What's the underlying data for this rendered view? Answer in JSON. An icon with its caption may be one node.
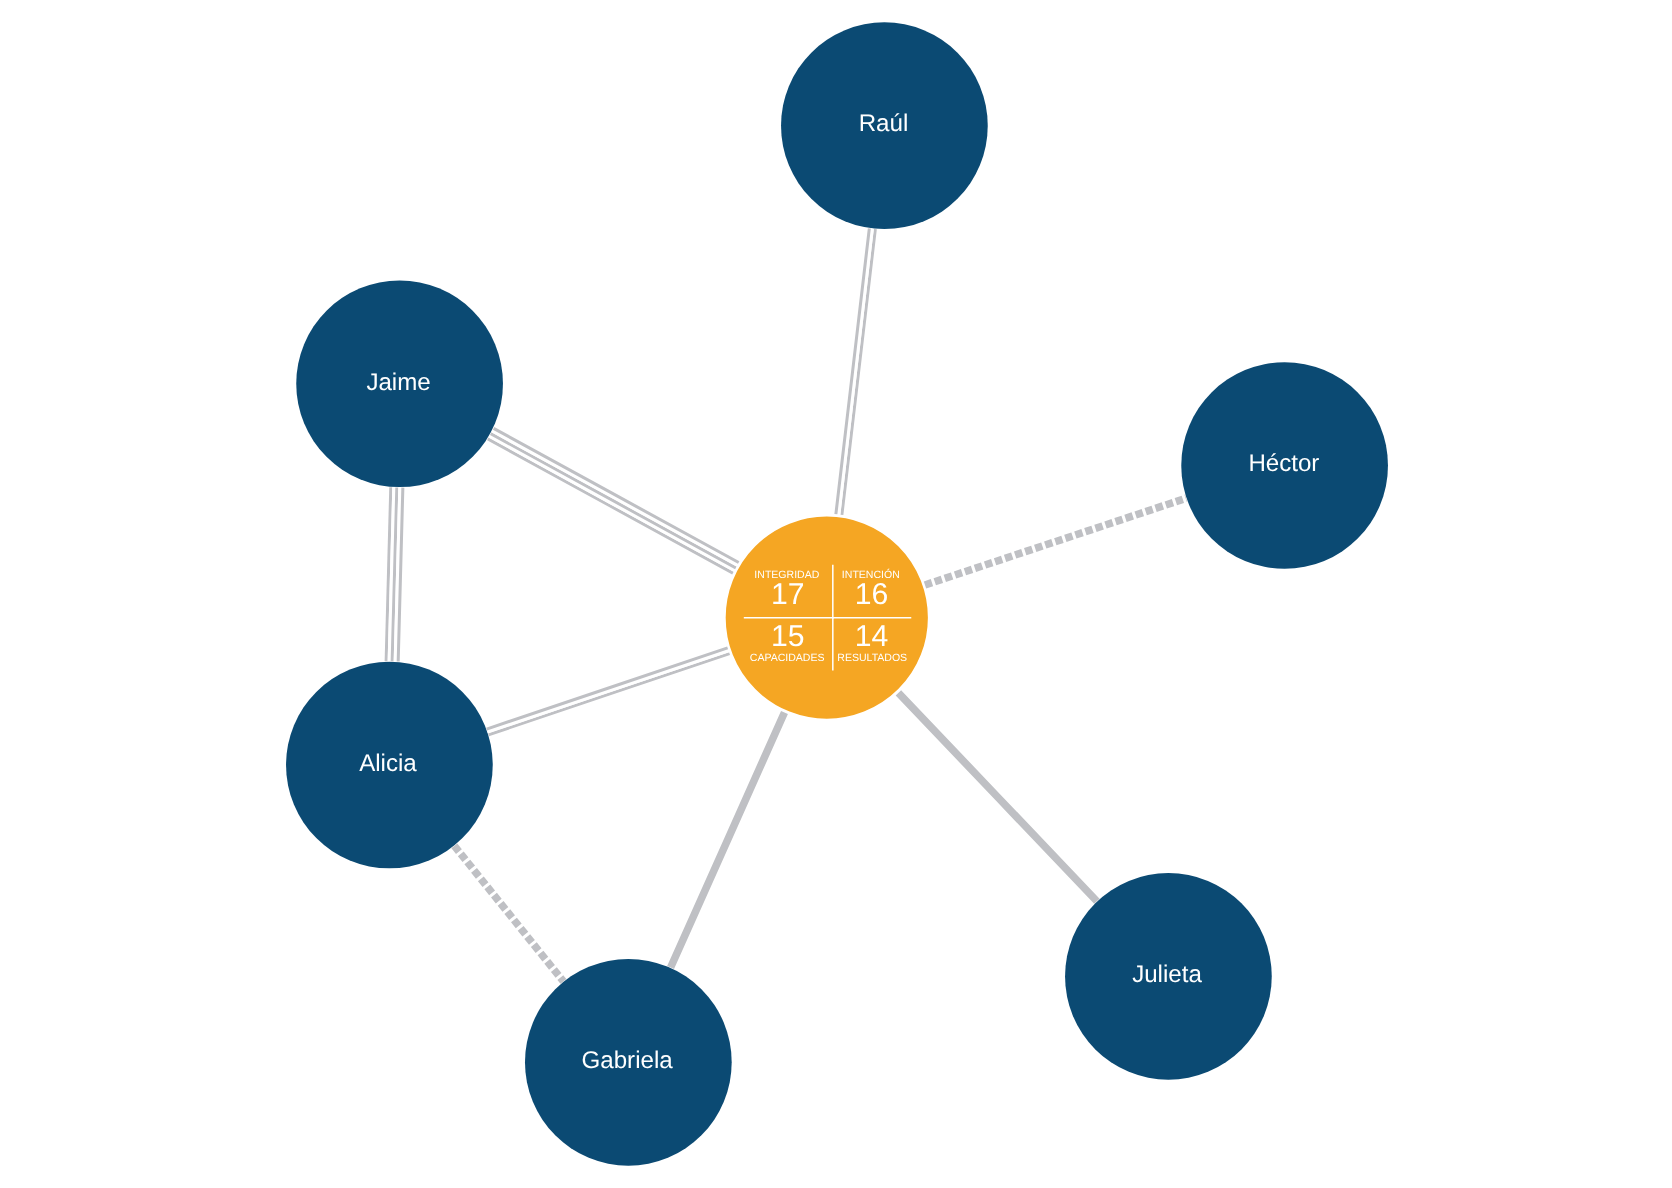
{
  "diagram": {
    "nodes": [
      {
        "text": [
          "Jaime"
        ]
      },
      {
        "text": [
          "INTEGRIDAD",
          "17",
          "INTENCIÓN",
          "16",
          "15",
          "CAPACIDADES",
          "14",
          "RESULTADOS"
        ]
      },
      {
        "text": [
          "Julieta"
        ]
      },
      {
        "text": [
          "Raúl"
        ]
      },
      {
        "text": [
          "Héctor"
        ]
      },
      {
        "text": [
          "Alicia"
        ]
      },
      {
        "text": [
          "Gabriela"
        ]
      }
    ],
    "edges": [
      {
        "from": 0,
        "to": 1,
        "arrow": "none"
      },
      {
        "from": 1,
        "to": 2,
        "arrow": "none",
        "style": "thick"
      },
      {
        "from": 1,
        "to": 3,
        "arrow": "none"
      },
      {
        "from": 1,
        "to": 6,
        "arrow": "none",
        "style": "thick"
      },
      {
        "from": 1,
        "to": 4,
        "arrow": "none",
        "style": "dashed"
      },
      {
        "from": 0,
        "to": 5,
        "arrow": "none"
      },
      {
        "from": 5,
        "to": 1,
        "arrow": "none"
      },
      {
        "from": 5,
        "to": 6,
        "arrow": "none",
        "style": "dashed"
      }
    ]
  }
}
